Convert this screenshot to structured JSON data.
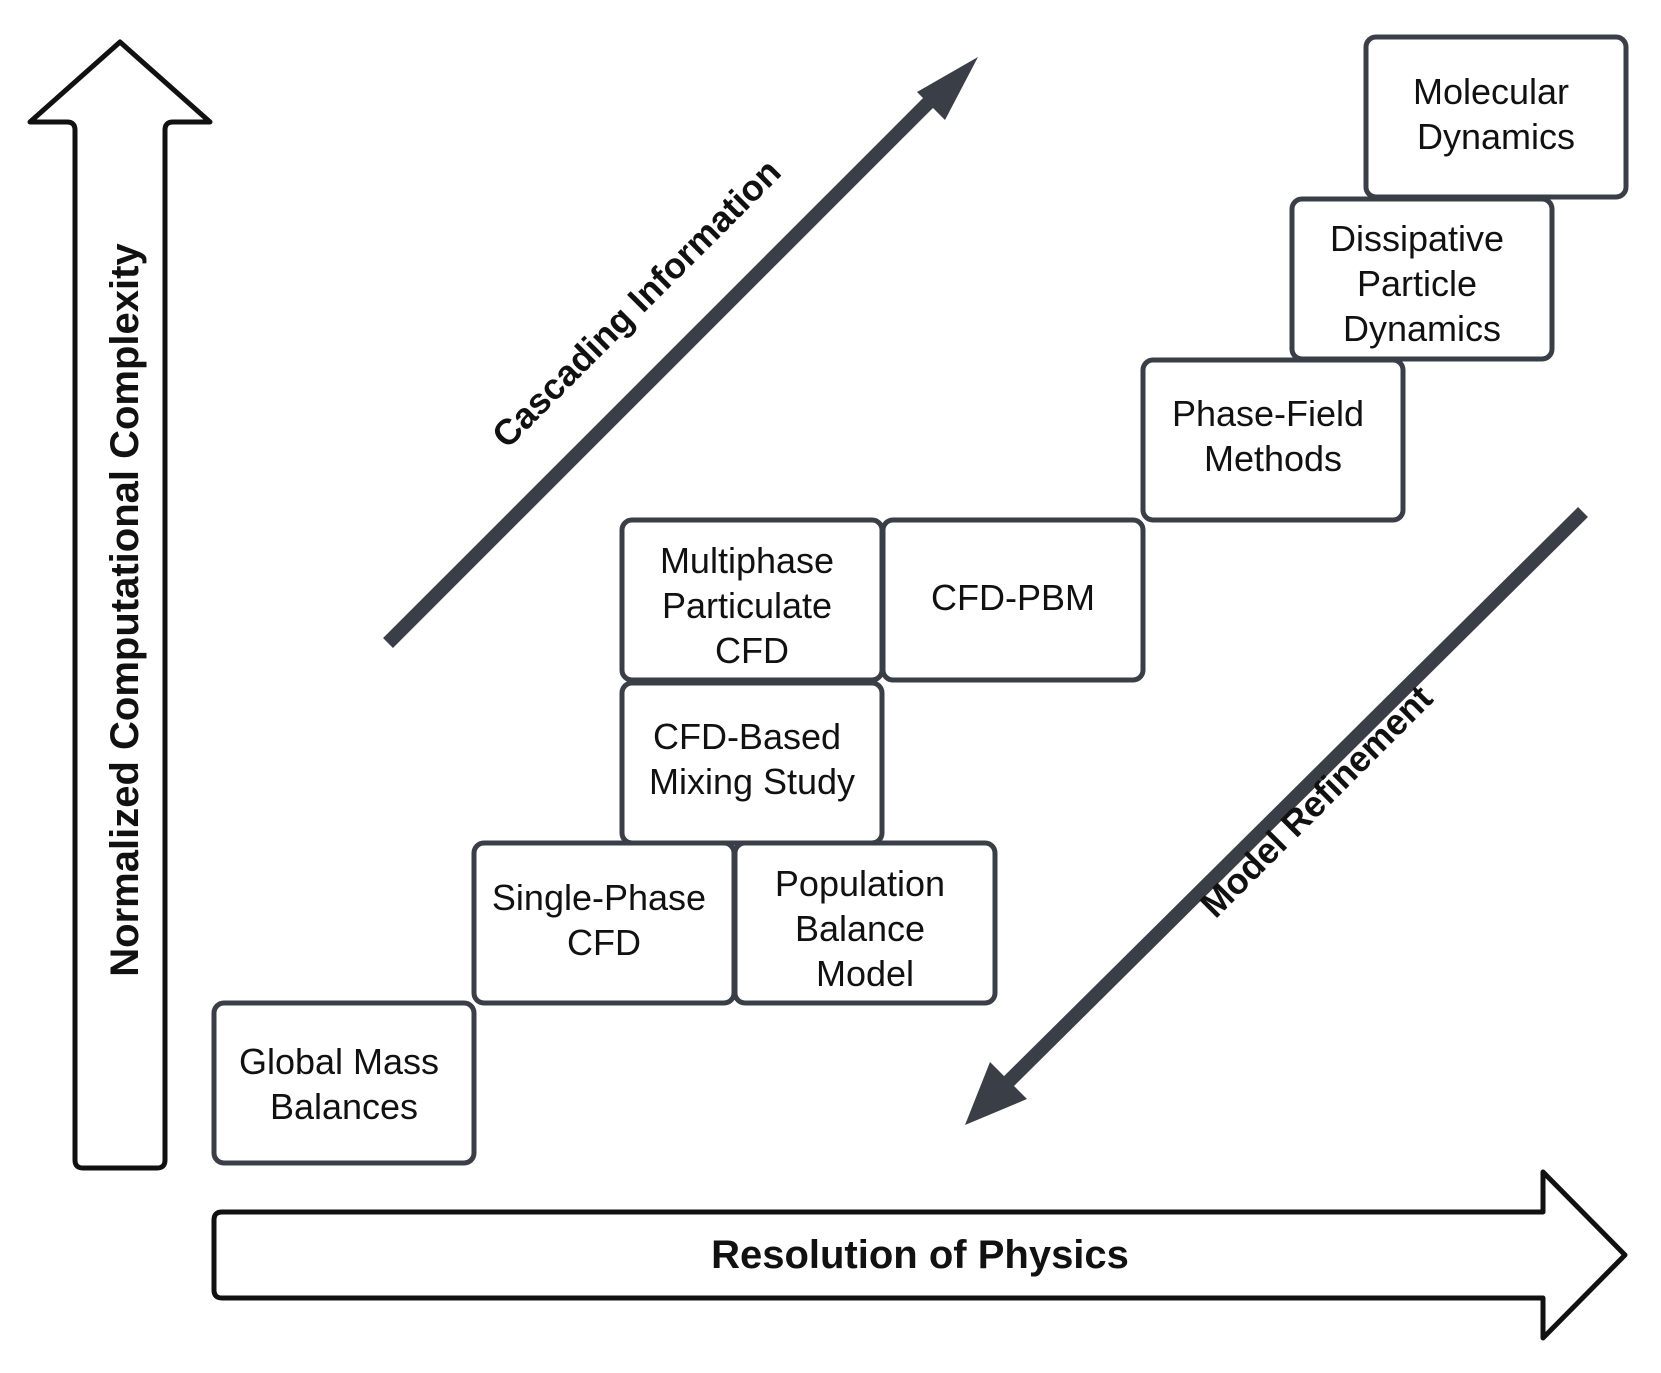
{
  "colors": {
    "stroke": "#3a3f47",
    "text": "#111111",
    "background": "#ffffff"
  },
  "axes": {
    "x_label": "Resolution of Physics",
    "y_label": "Normalized Computational Complexity"
  },
  "arrows": {
    "cascading_label": "Cascading Information",
    "refinement_label": "Model Refinement"
  },
  "boxes": {
    "global_mass": [
      "Global Mass",
      "Balances"
    ],
    "single_phase": [
      "Single-Phase",
      "CFD"
    ],
    "population_balance": [
      "Population",
      "Balance",
      "Model"
    ],
    "mixing_study": [
      "CFD-Based",
      "Mixing Study"
    ],
    "multiphase": [
      "Multiphase",
      "Particulate",
      "CFD"
    ],
    "cfd_pbm": [
      "CFD-PBM"
    ],
    "phase_field": [
      "Phase-Field",
      "Methods"
    ],
    "dpd": [
      "Dissipative",
      "Particle",
      "Dynamics"
    ],
    "molecular": [
      "Molecular",
      "Dynamics"
    ]
  }
}
